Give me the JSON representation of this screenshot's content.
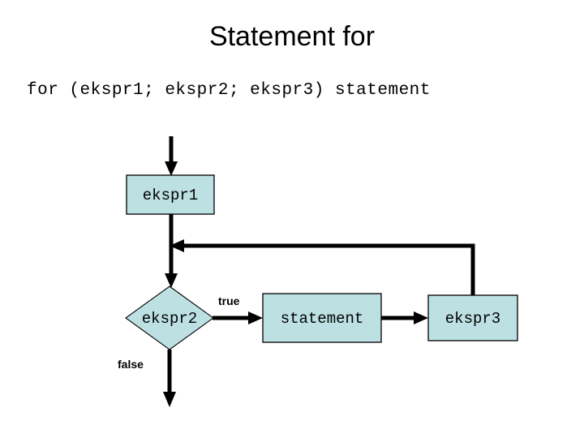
{
  "slide": {
    "title": "Statement for",
    "code_line": "for (ekspr1; ekspr2; ekspr3) statement",
    "background_color": "#ffffff",
    "text_color": "#000000"
  },
  "flowchart": {
    "type": "flowchart",
    "shape_fill_color": "#bde0e3",
    "shape_stroke_color": "#000000",
    "connector_color": "#000000",
    "nodes": [
      {
        "id": "ekspr1",
        "label": "ekspr1",
        "shape": "rectangle"
      },
      {
        "id": "ekspr2",
        "label": "ekspr2",
        "shape": "diamond"
      },
      {
        "id": "statement",
        "label": "statement",
        "shape": "rectangle"
      },
      {
        "id": "ekspr3",
        "label": "ekspr3",
        "shape": "rectangle"
      }
    ],
    "edges": [
      {
        "from": "entry",
        "to": "ekspr1",
        "label": ""
      },
      {
        "from": "ekspr1",
        "to": "ekspr2",
        "label": ""
      },
      {
        "from": "ekspr2",
        "to": "statement",
        "label": "true"
      },
      {
        "from": "statement",
        "to": "ekspr3",
        "label": ""
      },
      {
        "from": "ekspr3",
        "to": "ekspr2",
        "label": ""
      },
      {
        "from": "ekspr2",
        "to": "exit",
        "label": "false"
      }
    ],
    "edge_labels": {
      "true": "true",
      "false": "false"
    }
  }
}
